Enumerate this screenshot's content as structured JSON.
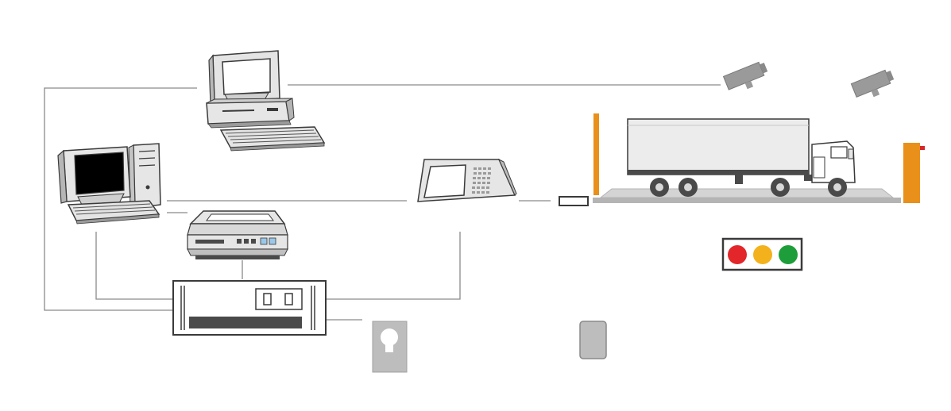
{
  "colors": {
    "line": "#8a8a8a",
    "device_light": "#e6e6e6",
    "device_mid": "#cfcfcf",
    "device_dark": "#4a4a4a",
    "screen": "#000000",
    "barrier": "#e8901a",
    "barrier_tip": "#d8262a",
    "truck_body": "#ececec",
    "scale_platform": "#b4b4b4",
    "light_red": "#e3262a",
    "light_yellow": "#f3b21c",
    "light_green": "#1e9e3a",
    "camera": "#9a9a9a",
    "card": "#bdbdbd"
  },
  "nodes": [
    {
      "id": "server-computer",
      "icon": "desktop-computer-icon"
    },
    {
      "id": "workstation-computer",
      "icon": "tower-computer-icon"
    },
    {
      "id": "printer",
      "icon": "printer-icon"
    },
    {
      "id": "control-unit",
      "icon": "control-box-icon"
    },
    {
      "id": "weighing-terminal",
      "icon": "weighing-terminal-icon"
    },
    {
      "id": "junction-box",
      "icon": "junction-box-icon"
    },
    {
      "id": "camera-1",
      "icon": "cctv-camera-icon"
    },
    {
      "id": "camera-2",
      "icon": "cctv-camera-icon"
    },
    {
      "id": "truck",
      "icon": "truck-icon"
    },
    {
      "id": "traffic-light",
      "icon": "traffic-light-icon"
    },
    {
      "id": "card-reader",
      "icon": "card-reader-icon"
    },
    {
      "id": "rfid-card",
      "icon": "rfid-card-icon"
    },
    {
      "id": "barrier-left",
      "icon": "barrier-gate-icon"
    },
    {
      "id": "barrier-right",
      "icon": "barrier-gate-icon"
    }
  ],
  "traffic_light": {
    "lamps": [
      "red",
      "yellow",
      "green"
    ]
  }
}
